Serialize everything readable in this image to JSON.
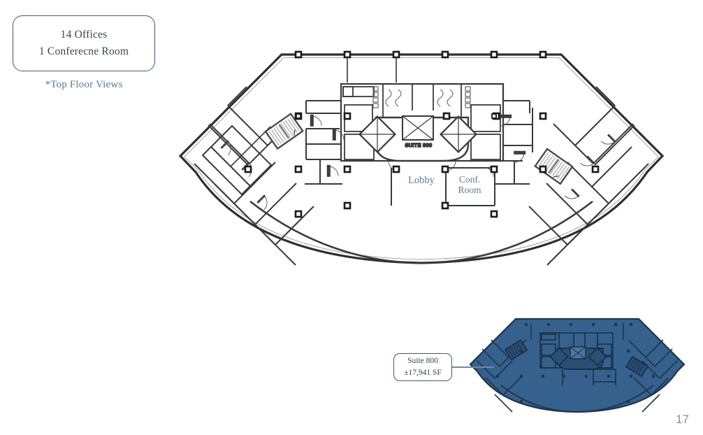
{
  "info_box": {
    "line1": "14 Offices",
    "line2": "1 Conferecne Room"
  },
  "subnote": "*Top Floor Views",
  "plan_labels": {
    "lobby": "Lobby",
    "conf_line1": "Conf.",
    "conf_line2": "Room",
    "suite_core": "SUITE 800"
  },
  "suite_callout": {
    "name": "Suite 800",
    "area": "±17,941 SF"
  },
  "page_number": "17",
  "colors": {
    "accent_blue": "#5b7b96",
    "border_navy": "#3f5a75",
    "text_navy": "#36454f",
    "key_fill": "#35618c",
    "key_line": "#1d3550",
    "plan_line": "#3a3a3a",
    "page_num_gray": "#8d8d8d"
  }
}
